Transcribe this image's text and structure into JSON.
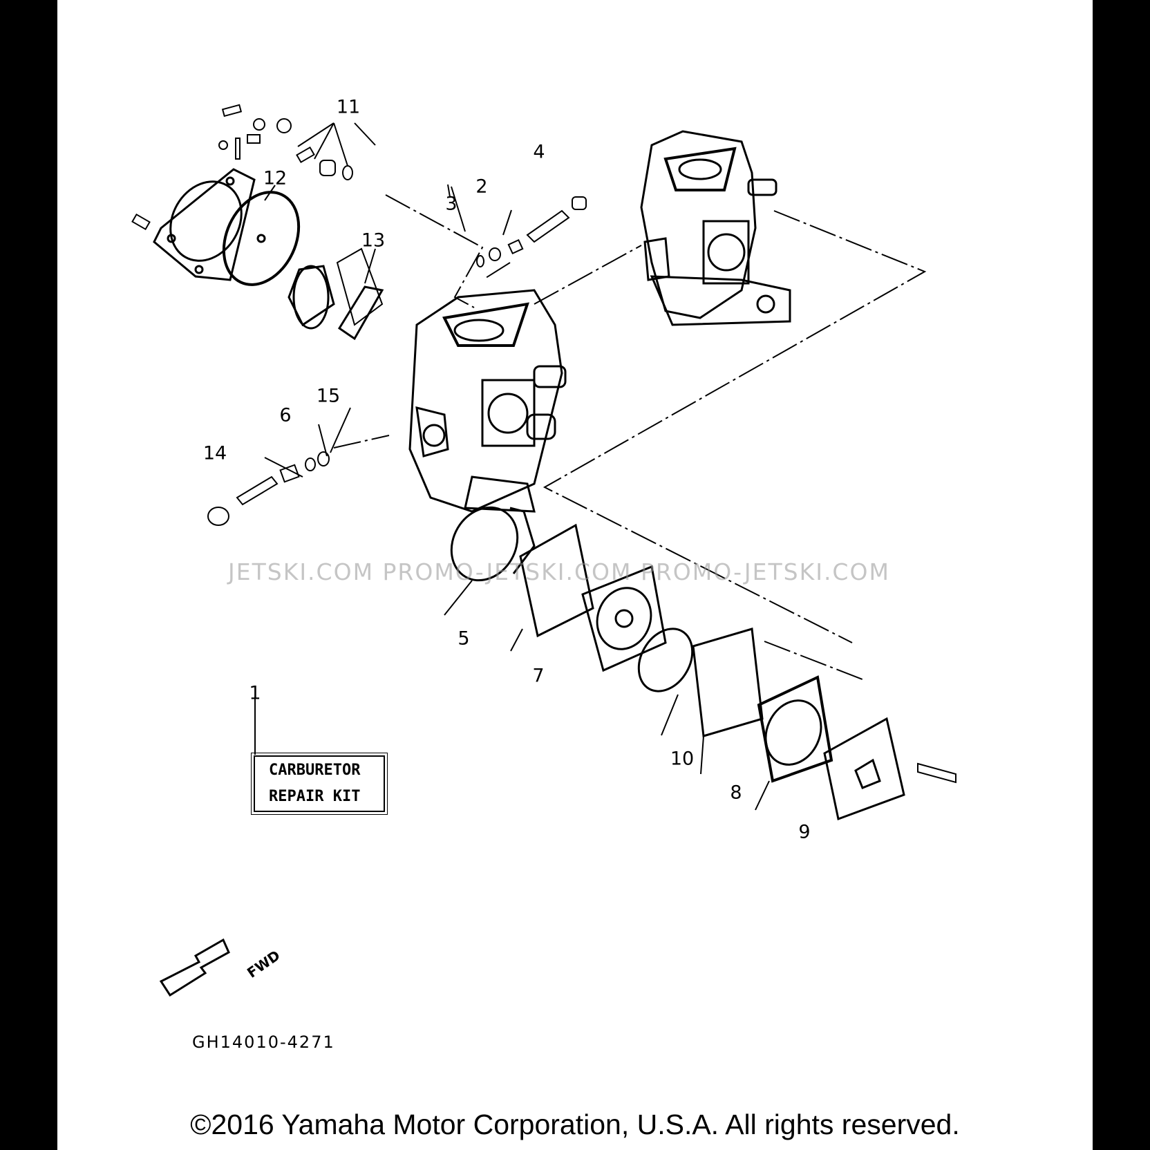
{
  "callouts": {
    "c1": "1",
    "c2": "2",
    "c3": "3",
    "c4": "4",
    "c5": "5",
    "c6": "6",
    "c7": "7",
    "c8": "8",
    "c9": "9",
    "c10": "10",
    "c11": "11",
    "c12": "12",
    "c13": "13",
    "c14": "14",
    "c15": "15"
  },
  "kit": {
    "line1": "CARBURETOR",
    "line2": "REPAIR KIT"
  },
  "fwd": "FWD",
  "drawing_code": "GH14010-4271",
  "watermark": "JETSKI.COM   PROMO-JETSKI.COM   PROMO-JETSKI.COM",
  "copyright": "©2016 Yamaha Motor Corporation, U.S.A. All rights reserved."
}
